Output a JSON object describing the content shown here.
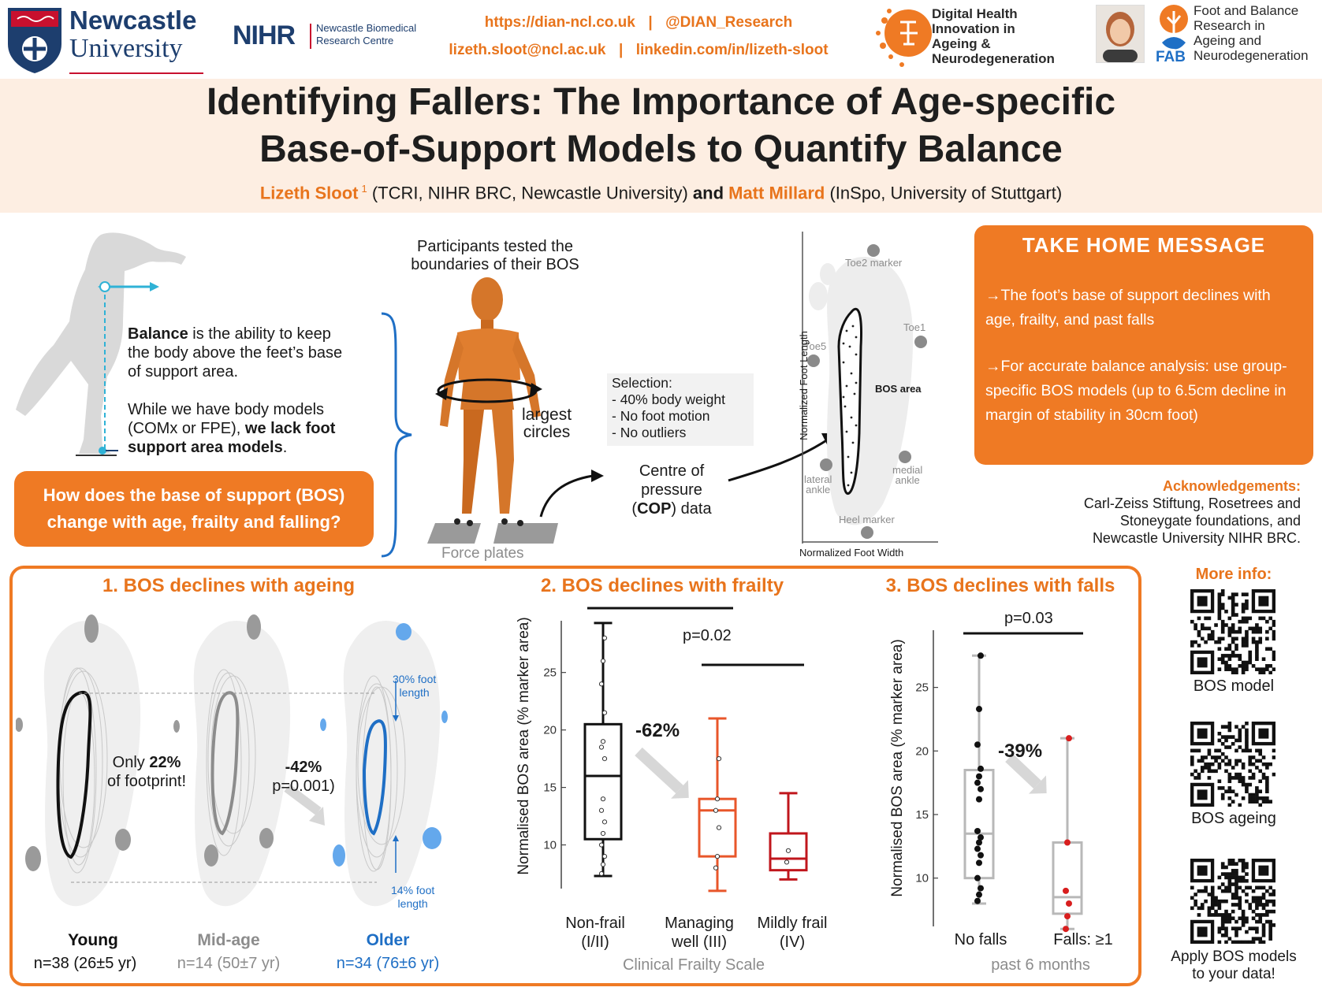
{
  "header": {
    "uni_name_1": "Newcastle",
    "uni_name_2": "University",
    "nihr": "NIHR",
    "brc_1": "Newcastle Biomedical",
    "brc_2": "Research Centre",
    "website": "https://dian-ncl.co.uk",
    "twitter": "@DIAN_Research",
    "email": "lizeth.sloot@ncl.ac.uk",
    "linkedin": "linkedin.com/in/lizeth-sloot",
    "sep": "|",
    "dian_lines": [
      "Digital Health",
      "Innovation in",
      "Ageing &",
      "Neurodegeneration"
    ],
    "fab_lines": [
      "Foot and Balance",
      "Research in",
      "Ageing and",
      "Neurodegeneration"
    ],
    "fab_acronym": "FAB"
  },
  "title": {
    "line1": "Identifying Fallers: The Importance of Age-specific",
    "line2": "Base-of-Support Models to Quantify Balance",
    "author1": "Lizeth Sloot",
    "author1_sup": "1",
    "affil1": " (TCRI, NIHR BRC, Newcastle University) ",
    "and": "and ",
    "author2": "Matt Millard",
    "affil2": " (InSpo, University of Stuttgart)"
  },
  "intro": {
    "balance_bold": "Balance",
    "balance_rest": " is the ability to keep the body above the feet’s base of support area.",
    "models_pre": "While we have body models (COMx or FPE), ",
    "models_bold": "we lack foot support area models",
    "models_end": ".",
    "question": "How does the base of support (BOS) change with age, frailty and falling?"
  },
  "method": {
    "participants_1": "Participants tested the",
    "participants_2": "boundaries of their BOS",
    "largest_1": "largest",
    "largest_2": "circles",
    "force_plates": "Force plates",
    "selection_title": "Selection:",
    "selection_items": [
      "- 40% body weight",
      "- No foot motion",
      "- No outliers"
    ],
    "cop_1": "Centre of",
    "cop_2": "pressure",
    "cop_bold": "COP",
    "cop_end": " data",
    "foot_labels": {
      "toe2": "Toe2 marker",
      "toe1": "Toe1",
      "toe5": "Toe5",
      "bos_area": "BOS area",
      "lateral_1": "lateral",
      "lateral_2": "ankle",
      "medial_1": "medial",
      "medial_2": "ankle",
      "heel": "Heel marker",
      "y_axis": "Normalized Foot Length",
      "x_axis": "Normalized Foot Width"
    }
  },
  "take_home": {
    "title": "TAKE HOME MESSAGE",
    "arrow": "→",
    "item1": "The foot’s base of support declines with age, frailty, and past falls",
    "item2": "For accurate balance analysis: use group- specific BOS models (up to 6.5cm decline in margin of stability in 30cm foot)"
  },
  "acknowledgements": {
    "title": "Acknowledgements:",
    "text_1": "Carl-Zeiss Stiftung, Rosetrees and",
    "text_2": "Stoneygate foundations, and",
    "text_3": "Newcastle University NIHR BRC."
  },
  "panel1": {
    "title": "1. BOS declines with ageing",
    "only_1": "Only ",
    "only_pct": "22%",
    "only_2": "of footprint!",
    "decline": "-42%",
    "pval": "p=0.001)",
    "pct30_1": "30% foot",
    "pct30_2": "length",
    "pct14_1": "14% foot",
    "pct14_2": "length",
    "groups": [
      {
        "name": "Young",
        "n": "n=38 (26±5 yr)",
        "color": "#111111"
      },
      {
        "name": "Mid-age",
        "n": "n=14 (50±7 yr)",
        "color": "#8c8c8c"
      },
      {
        "name": "Older",
        "n": "n=34 (76±6 yr)",
        "color": "#1f6fc5"
      }
    ]
  },
  "panel2": {
    "title": "2. BOS declines with frailty",
    "pval": "p=0.02",
    "decline": "-62%",
    "ylabel": "Normalised BOS area (% marker area)",
    "xlabel": "Clinical Frailty Scale",
    "cat_lines": [
      [
        "Non-frail",
        "(I/II)"
      ],
      [
        "Managing",
        "well (III)"
      ],
      [
        "Mildly frail",
        "(IV)"
      ]
    ]
  },
  "panel3": {
    "title": "3. BOS declines with falls",
    "pval": "p=0.03",
    "decline": "-39%",
    "ylabel": "Normalised BOS area (% marker area)",
    "xlabel": "past 6 months",
    "cat_lines": [
      [
        "No falls"
      ],
      [
        "Falls: ≥1"
      ]
    ]
  },
  "more_info": {
    "title": "More info:",
    "qr1": "BOS model",
    "qr2": "BOS ageing",
    "qr3_1": "Apply BOS models",
    "qr3_2": "to your data!"
  },
  "colors": {
    "accent": "#ef7a24",
    "dark_red": "#c0161c",
    "blue": "#1f6fc5",
    "brand_navy": "#1d3e6e"
  },
  "chart_data": [
    {
      "type": "box",
      "title": "2. BOS declines with frailty",
      "ylabel": "Normalised BOS area (% marker area)",
      "xlabel": "Clinical Frailty Scale",
      "categories": [
        "Non-frail (I/II)",
        "Managing well (III)",
        "Mildly frail (IV)"
      ],
      "ylim": [
        6.2,
        29.5
      ],
      "yticks": [
        10,
        15,
        20,
        25
      ],
      "boxes": [
        {
          "min": 7.3,
          "q1": 10.5,
          "median": 16.0,
          "q3": 20.5,
          "max": 29.3,
          "color": "#111111",
          "points": [
            7.5,
            8.3,
            9.0,
            10.0,
            11.0,
            12.0,
            13.0,
            14.0,
            17.5,
            18.5,
            19.0,
            21.5,
            24.0,
            26.0,
            28.0
          ]
        },
        {
          "min": 6.0,
          "q1": 9.0,
          "median": 13.0,
          "q3": 14.0,
          "max": 21.0,
          "color": "#e8562a",
          "points": [
            8.0,
            9.0,
            11.5,
            13.0,
            14.0,
            17.5
          ]
        },
        {
          "min": 7.0,
          "q1": 7.8,
          "median": 8.8,
          "q3": 11.0,
          "max": 14.5,
          "color": "#c0161c",
          "points": [
            8.5,
            9.5
          ]
        }
      ],
      "brackets": [
        {
          "from": 0,
          "to": 1,
          "level": 1
        },
        {
          "from": 1,
          "to": 2,
          "level": 0
        }
      ]
    },
    {
      "type": "box",
      "title": "3. BOS declines with falls",
      "ylabel": "Normalised BOS area (% marker area)",
      "xlabel": "past 6 months",
      "categories": [
        "No falls",
        "Falls: ≥1"
      ],
      "ylim": [
        6.2,
        29.5
      ],
      "yticks": [
        10,
        15,
        20,
        25
      ],
      "boxes": [
        {
          "min": 8.0,
          "q1": 10.0,
          "median": 13.5,
          "q3": 18.5,
          "max": 27.5,
          "color": "#b8b8b8",
          "point_color": "#111111",
          "points": [
            8.2,
            8.7,
            9.2,
            10.0,
            11.2,
            11.8,
            12.3,
            12.8,
            13.2,
            13.7,
            16.2,
            17.0,
            17.5,
            18.0,
            18.6,
            20.5,
            23.3,
            27.5
          ]
        },
        {
          "min": 6.0,
          "q1": 7.2,
          "median": 8.5,
          "q3": 12.8,
          "max": 21.0,
          "color": "#b8b8b8",
          "point_color": "#d81e1e",
          "points": [
            6.0,
            7.0,
            8.0,
            9.0,
            12.8,
            21.0
          ]
        }
      ],
      "brackets": [
        {
          "from": 0,
          "to": 1,
          "level": 0
        }
      ]
    }
  ]
}
